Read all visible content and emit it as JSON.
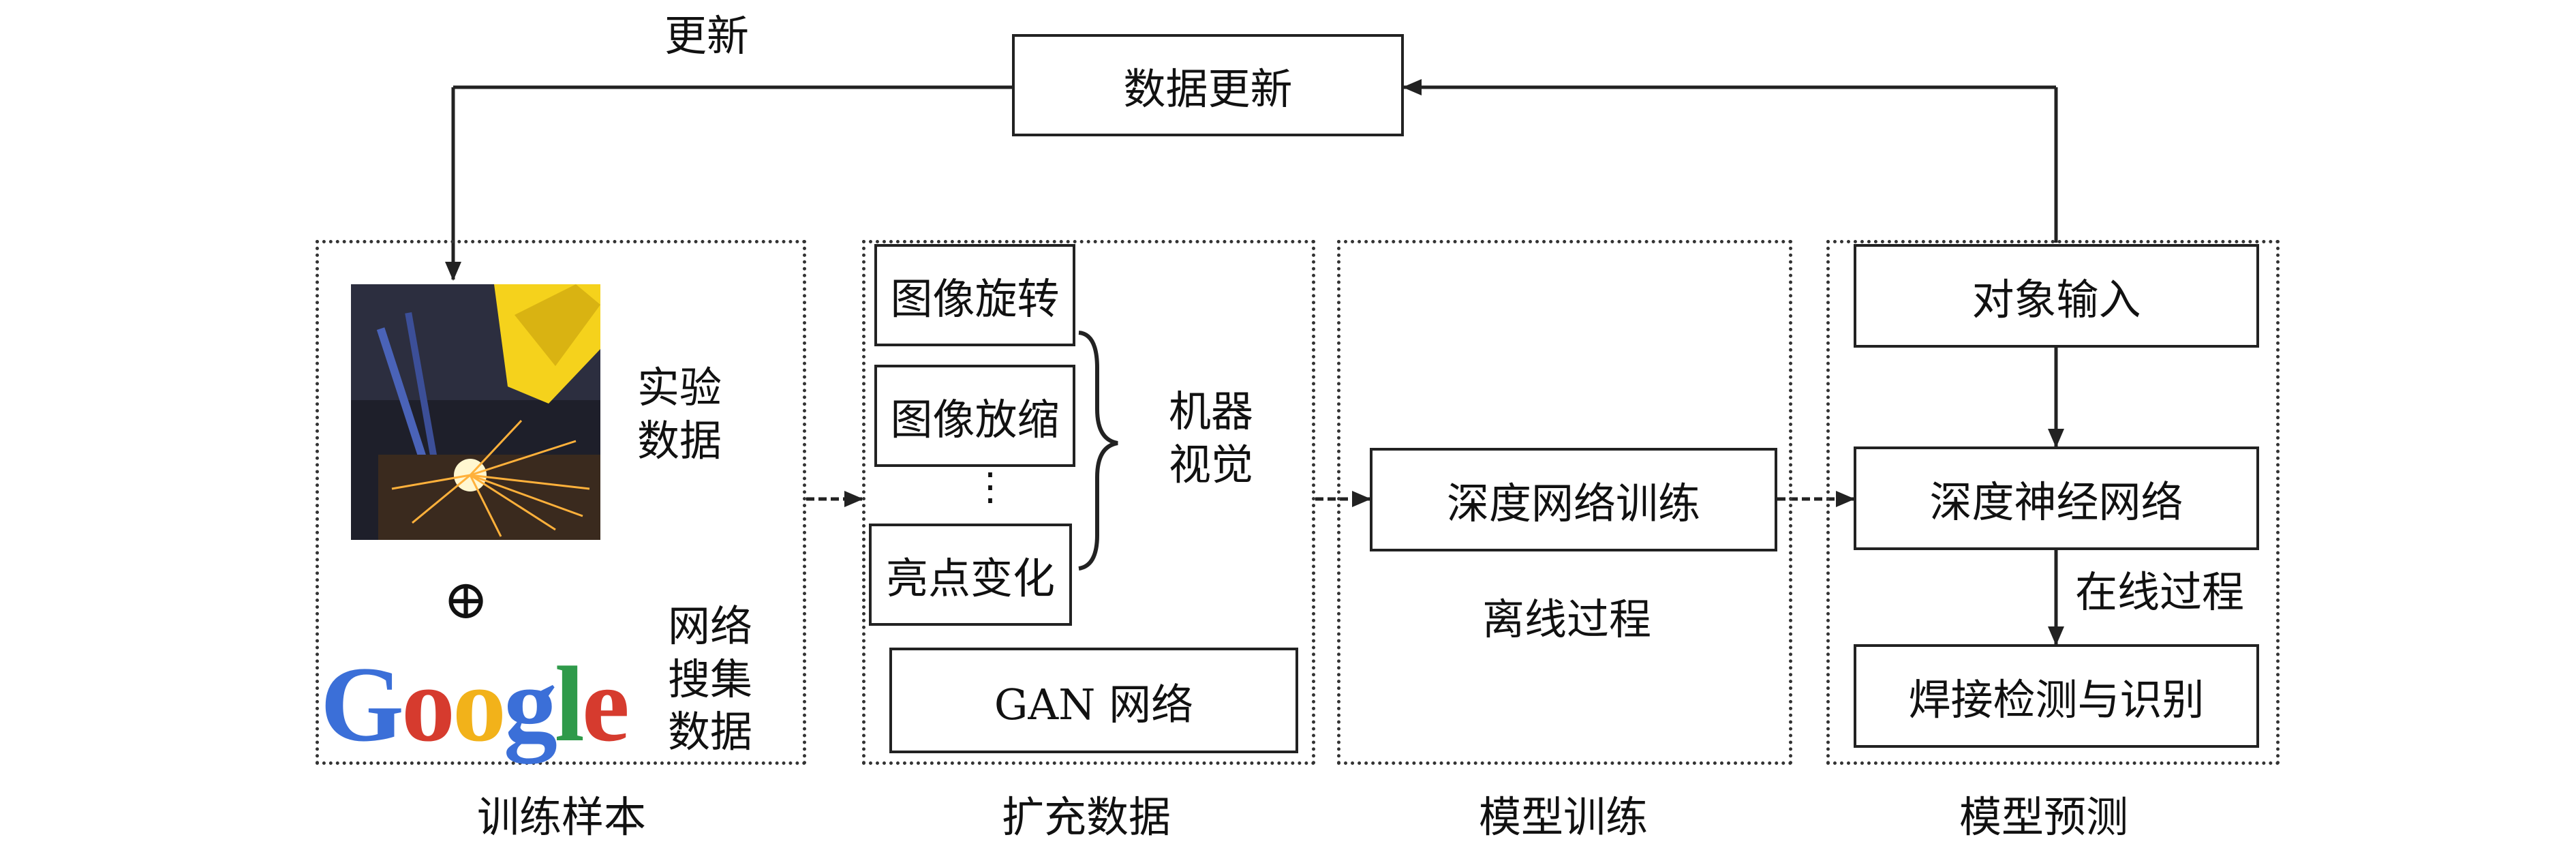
{
  "top": {
    "update_label": "更新",
    "data_update_box": "数据更新"
  },
  "stages": {
    "training_samples": {
      "caption": "训练样本",
      "experiment_label": [
        "实验",
        "数据"
      ],
      "network_label": [
        "网络",
        "搜集",
        "数据"
      ],
      "plus_symbol": "⊕",
      "google_letters": [
        "G",
        "o",
        "o",
        "g",
        "l",
        "e"
      ]
    },
    "augmented_data": {
      "caption": "扩充数据",
      "ops": [
        "图像旋转",
        "图像放缩",
        "亮点变化"
      ],
      "ellipsis": "⋮",
      "machine_vision": [
        "机器",
        "视觉"
      ],
      "gan": "GAN 网络"
    },
    "model_training": {
      "caption": "模型训练",
      "box": "深度网络训练",
      "offline": "离线过程"
    },
    "model_prediction": {
      "caption": "模型预测",
      "input_box": "对象输入",
      "dnn_box": "深度神经网络",
      "online": "在线过程",
      "output_box": "焊接检测与识别"
    }
  },
  "colors": {
    "google_blue": "#3b6fd8",
    "google_red": "#d63b2e",
    "google_yellow": "#f2b21a",
    "google_green": "#2f9a4a",
    "welding_yellow": "#f5d21c"
  }
}
